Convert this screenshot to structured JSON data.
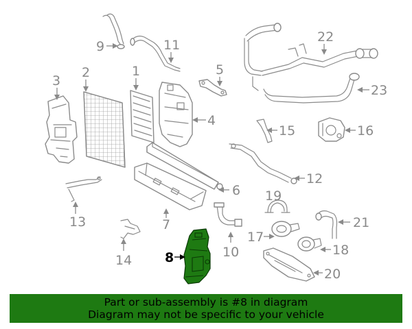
{
  "callouts": {
    "c1": "1",
    "c2": "2",
    "c3": "3",
    "c4": "4",
    "c5": "5",
    "c6": "6",
    "c7": "7",
    "c8": "8",
    "c9": "9",
    "c10": "10",
    "c11": "11",
    "c12": "12",
    "c13": "13",
    "c14": "14",
    "c15": "15",
    "c16": "16",
    "c17": "17",
    "c18": "18",
    "c19": "19",
    "c20": "20",
    "c21": "21",
    "c22": "22",
    "c23": "23"
  },
  "highlighted_part": "8",
  "banner": {
    "line1": "Part or sub-assembly is #8 in diagram",
    "line2": "Diagram may not be specific to your vehicle"
  },
  "colors": {
    "highlight": "#1e7a12",
    "line_art": "#8a8a8a",
    "banner_bg": "#1e7a12"
  }
}
